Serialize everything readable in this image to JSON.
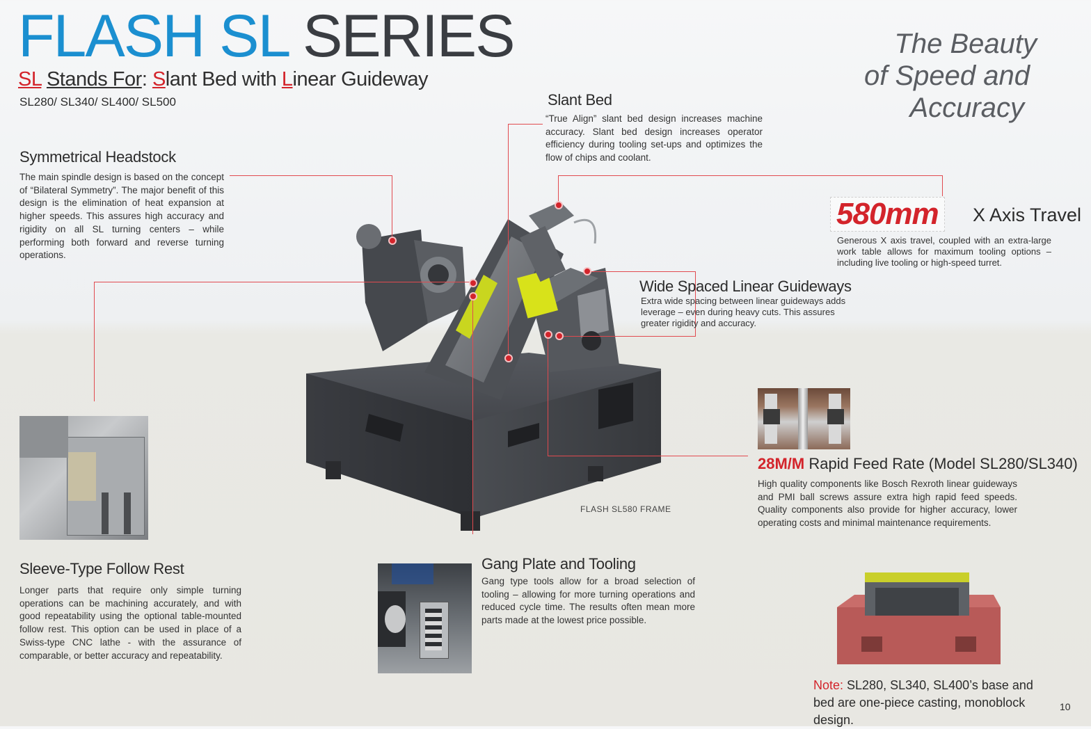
{
  "header": {
    "title_blue": "FLASH SL",
    "title_dark": "SERIES",
    "subtitle": {
      "sl": "SL",
      "stands_for": "Stands For",
      "colon": ":",
      "s": "S",
      "lant_bed_with": "lant Bed with ",
      "l": "L",
      "inear_guideway": "inear Guideway"
    },
    "models": "SL280/ SL340/ SL400/ SL500"
  },
  "tagline": [
    "The Beauty",
    "of Speed and",
    "Accuracy"
  ],
  "features": {
    "symmetrical_headstock": {
      "heading": "Symmetrical Headstock",
      "text": "The main spindle design is based on the concept of “Bilateral Symmetry”.  The major benefit of this design is the elimination of heat expansion at higher speeds.  This assures high accuracy and rigidity on all SL turning centers – while performing both forward and reverse turning operations."
    },
    "slant_bed": {
      "heading": "Slant Bed",
      "text": "“True Align” slant bed design increases machine accuracy.  Slant bed design increases operator efficiency during tooling set-ups and optimizes the flow of chips and coolant."
    },
    "x_axis": {
      "value": "580mm",
      "label": "X Axis Travel",
      "text": "Generous X axis travel, coupled with an extra-large work table allows for maximum tooling options – including live tooling or high-speed turret."
    },
    "linear_guideways": {
      "heading": "Wide Spaced Linear Guideways",
      "text": "Extra wide spacing between linear guideways adds leverage – even during heavy cuts.  This assures greater rigidity and accuracy."
    },
    "rapid_feed": {
      "value": "28M/M",
      "label": "Rapid Feed Rate (Model SL280/SL340)",
      "text": "High quality components like Bosch Rexroth linear guideways and PMI ball screws assure extra high rapid feed speeds. Quality components also provide for higher accuracy, lower operating costs and minimal maintenance requirements."
    },
    "follow_rest": {
      "heading": "Sleeve-Type Follow Rest",
      "text": "Longer parts that require only simple turning operations can be machining accurately, and with good repeatability using the optional table-mounted follow rest.  This option can be used in place of a Swiss-type CNC lathe - with the assurance of comparable, or better accuracy and repeatability."
    },
    "gang_plate": {
      "heading": "Gang Plate and Tooling",
      "text": "Gang type tools allow for a broad selection of tooling – allowing for more turning operations and reduced cycle time.  The results often mean more parts made at the lowest price possible."
    }
  },
  "frame_label": "FLASH SL580 FRAME",
  "note": {
    "label": "Note:",
    "text": " SL280, SL340, SL400’s base and bed are one-piece casting, monoblock design."
  },
  "page_number": "10",
  "colors": {
    "accent_red": "#d3242b",
    "title_blue": "#1b8fd0",
    "machine_gray": "#3c3e43",
    "guideway_yellow": "#d8e21a"
  }
}
